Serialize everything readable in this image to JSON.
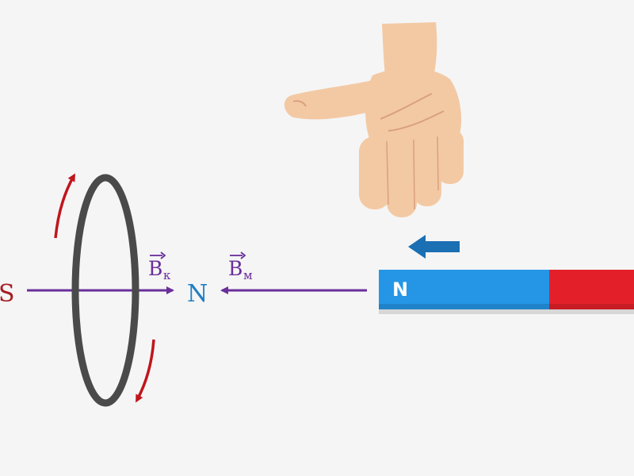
{
  "colors": {
    "background": "#f5f5f5",
    "ring": "#4a4a4a",
    "field_line": "#6a2f9a",
    "current_arrow": "#c0151c",
    "pole_s_label": "#a71d20",
    "pole_n_label": "#1f7fc4",
    "magnet_north": "#2596e6",
    "magnet_south": "#e3202a",
    "motion_arrow": "#1b6fb3",
    "skin": "#f3c9a4",
    "skin_shadow": "#d9a07e"
  },
  "labels": {
    "ring_pole_s": "S",
    "ring_pole_n": "N",
    "coil_field_letter": "B",
    "coil_field_sub": "к",
    "magnet_field_letter": "B",
    "magnet_field_sub": "м",
    "magnet_north_label": "N"
  },
  "icons": {
    "hand": "hand-icon",
    "motion": "arrow-left-icon"
  }
}
